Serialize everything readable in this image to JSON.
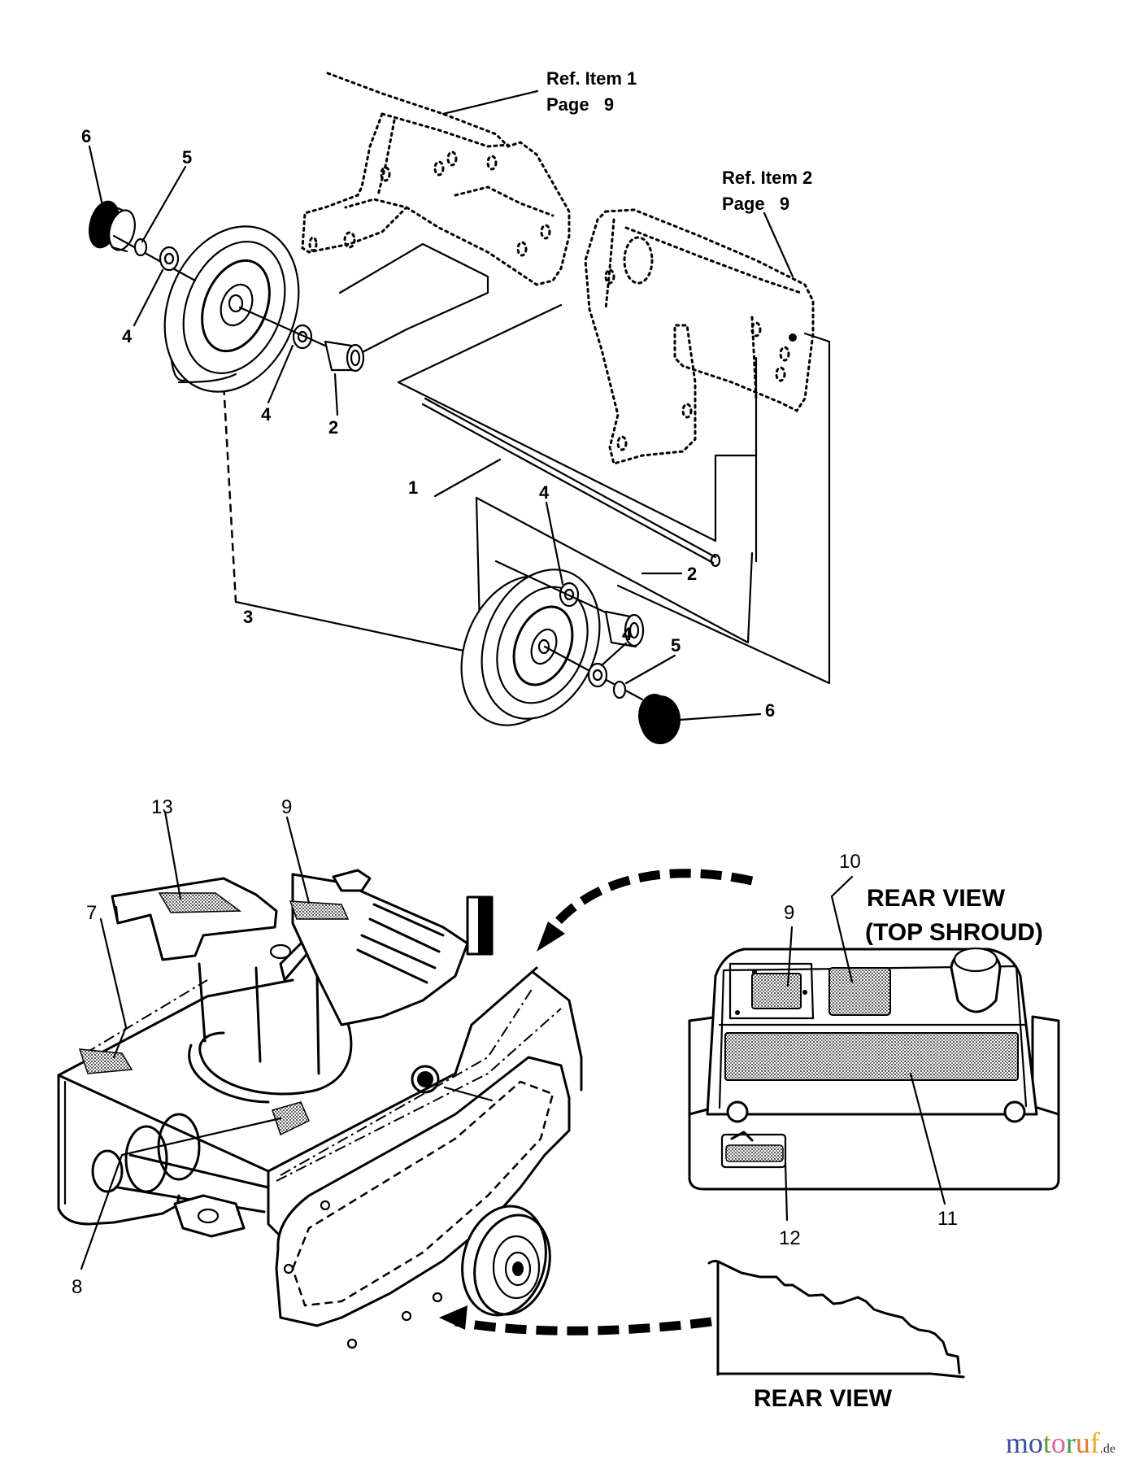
{
  "title": "Wheels and decals parts diagram",
  "references": [
    {
      "item": "Ref. Item 1",
      "page": "Page   9"
    },
    {
      "item": "Ref. Item 2",
      "page": "Page   9"
    }
  ],
  "upper_callouts": [
    "6",
    "5",
    "4",
    "4",
    "2",
    "1",
    "4",
    "2",
    "3",
    "4",
    "5",
    "6"
  ],
  "lower_callouts": [
    "13",
    "9",
    "7",
    "8",
    "10",
    "9",
    "11",
    "12"
  ],
  "views": {
    "top_shroud_title": "REAR VIEW",
    "top_shroud_subtitle": "(TOP SHROUD)",
    "rear_view_title": "REAR VIEW"
  },
  "watermark": {
    "letters": [
      "m",
      "o",
      "t",
      "o",
      "r",
      "u",
      "f"
    ],
    "letter_colors": [
      "#3b4fa0",
      "#3b4fa0",
      "#5aa03c",
      "#e0609a",
      "#3a9a46",
      "#e07a30",
      "#e8b020"
    ],
    "suffix": ".de"
  }
}
